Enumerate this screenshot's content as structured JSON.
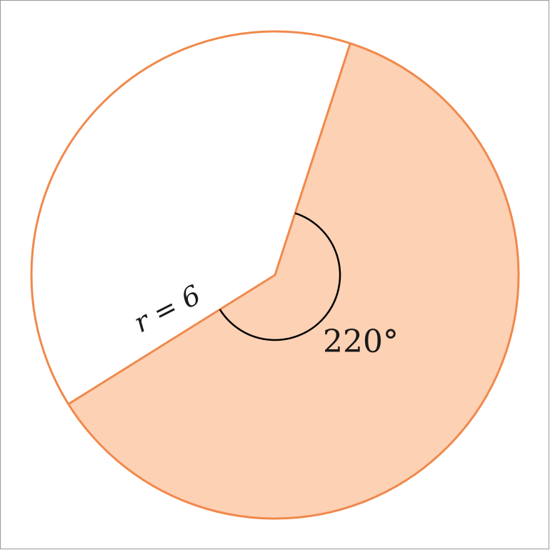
{
  "diagram": {
    "radius_label": "r = 6",
    "angle_label": "220°",
    "sector_angle_degrees": 220,
    "colors": {
      "sector_fill": "#fdd1b4",
      "outline": "#f0894c",
      "arc_marker": "#000000",
      "background": "#ffffff"
    }
  }
}
